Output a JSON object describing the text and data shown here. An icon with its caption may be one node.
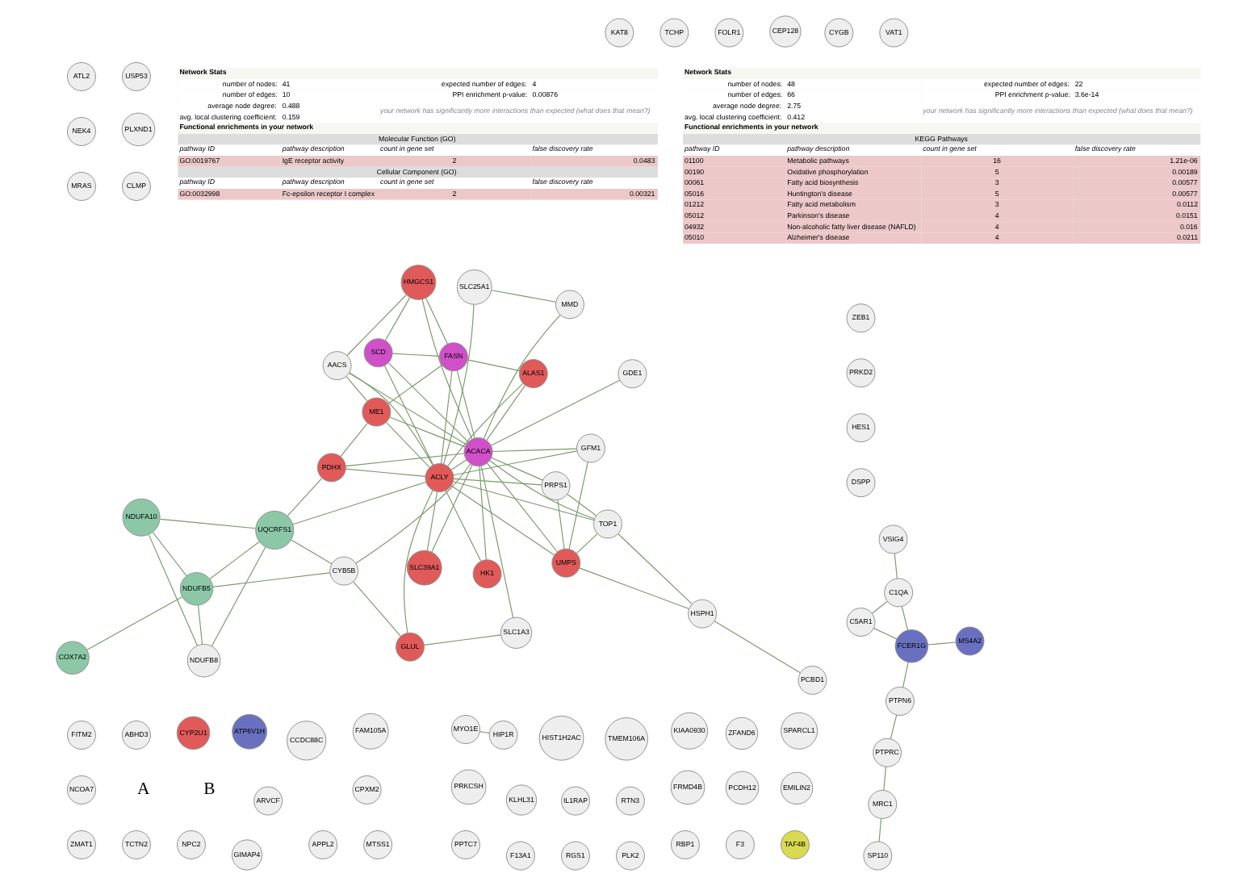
{
  "diagram": {
    "nodes": [
      {
        "text": [
          "COX7A2"
        ]
      },
      {
        "text": [
          "NDUFB5"
        ]
      },
      {
        "text": [
          "NDUFB8"
        ]
      },
      {
        "text": [
          "NDUFA10"
        ]
      },
      {
        "text": [
          "UQCRFS1"
        ]
      },
      {
        "text": [
          "CLMP"
        ]
      },
      {
        "text": [
          "ABHD3"
        ]
      },
      {
        "text": [
          "CPXM2"
        ]
      },
      {
        "text": [
          "CYB5B"
        ]
      },
      {
        "text": [
          "KLHL31"
        ]
      },
      {
        "text": [
          "SLC1A3"
        ]
      },
      {
        "text": [
          "GLUL"
        ]
      },
      {
        "text": [
          "IL1RAP"
        ]
      },
      {
        "text": [
          "KIAA0930"
        ]
      },
      {
        "text": [
          "SLC39A1"
        ]
      },
      {
        "text": [
          "RTN3"
        ]
      },
      {
        "text": [
          "ZFAND6"
        ]
      },
      {
        "text": [
          "ARVCF"
        ]
      },
      {
        "text": [
          "PPTC7"
        ]
      },
      {
        "text": [
          "PCBD1"
        ]
      },
      {
        "text": [
          "RBP1"
        ]
      },
      {
        "text": [
          "HSPH1"
        ]
      },
      {
        "text": [
          "UMPS"
        ]
      },
      {
        "text": [
          "CYP2U1"
        ]
      },
      {
        "text": [
          "TOP1"
        ]
      },
      {
        "text": [
          "F3"
        ]
      },
      {
        "text": [
          "TAF4B"
        ]
      },
      {
        "text": [
          "PRPS1"
        ]
      },
      {
        "text": [
          "GFM1"
        ]
      },
      {
        "text": [
          "USP53"
        ]
      },
      {
        "text": [
          "ATL2"
        ]
      },
      {
        "text": [
          "NEK4"
        ]
      },
      {
        "text": [
          "MRAS"
        ]
      },
      {
        "text": [
          "ATP6V1H"
        ]
      },
      {
        "text": [
          "GDE1"
        ]
      },
      {
        "text": [
          "PDHX"
        ]
      },
      {
        "text": [
          "ACLY"
        ]
      },
      {
        "text": [
          "ME1"
        ]
      },
      {
        "text": [
          "ACACA"
        ]
      },
      {
        "text": [
          "AACS"
        ]
      },
      {
        "text": [
          "HMGCS1"
        ]
      },
      {
        "text": [
          "FASN"
        ]
      },
      {
        "text": [
          "ALAS1"
        ]
      },
      {
        "text": [
          "SCD"
        ]
      },
      {
        "text": [
          "HK1"
        ]
      },
      {
        "text": [
          "FITM2"
        ]
      },
      {
        "text": [
          "MMD"
        ]
      },
      {
        "text": [
          "SLC25A1"
        ]
      },
      {
        "text": [
          "VSIG4"
        ]
      },
      {
        "text": [
          "C1QA"
        ]
      },
      {
        "text": [
          "NCOA7"
        ]
      },
      {
        "text": [
          "ZMAT1"
        ]
      },
      {
        "text": [
          "MS4A2"
        ]
      },
      {
        "text": [
          "C5AR1"
        ]
      },
      {
        "text": [
          "TCTN2"
        ]
      },
      {
        "text": [
          "FCER1G"
        ]
      },
      {
        "text": [
          "NPC2"
        ]
      },
      {
        "text": [
          "CCDC88C"
        ]
      },
      {
        "text": [
          "APPL2"
        ]
      },
      {
        "text": [
          "FAM105A"
        ]
      },
      {
        "text": [
          "MTSS1"
        ]
      },
      {
        "text": [
          "PRKCSH"
        ]
      },
      {
        "text": [
          "F13A1"
        ]
      },
      {
        "text": [
          "FRMD4B"
        ]
      },
      {
        "text": [
          "HIST1H2AC"
        ]
      },
      {
        "text": [
          "PTPN6"
        ]
      },
      {
        "text": [
          "PCDH12"
        ]
      },
      {
        "text": [
          "RGS1"
        ]
      },
      {
        "text": [
          "PLK2"
        ]
      },
      {
        "text": [
          "MYO1E"
        ]
      },
      {
        "text": [
          "HIP1R"
        ]
      },
      {
        "text": [
          "DSPP"
        ]
      },
      {
        "text": [
          "HES1"
        ]
      },
      {
        "text": [
          "PRKD2"
        ]
      },
      {
        "text": [
          "ZEB1"
        ]
      },
      {
        "text": [
          "PTPRC"
        ]
      },
      {
        "text": [
          "GIMAP4"
        ]
      },
      {
        "text": [
          "EMILIN2"
        ]
      },
      {
        "text": [
          "VAT1"
        ]
      },
      {
        "text": [
          "CYGB"
        ]
      },
      {
        "text": [
          "SPARCL1"
        ]
      },
      {
        "text": [
          "CEP128"
        ]
      },
      {
        "text": [
          "PLXND1"
        ]
      },
      {
        "text": [
          "FOLR1"
        ]
      },
      {
        "text": [
          "TMEM106A"
        ]
      },
      {
        "text": [
          "TCHP"
        ]
      },
      {
        "text": [
          "MRC1"
        ]
      },
      {
        "text": [
          "KAT8"
        ]
      },
      {
        "text": [
          "SP110"
        ]
      }
    ],
    "edges": [
      {
        "from": 0,
        "to": 1,
        "arrow": "none"
      },
      {
        "from": 1,
        "to": 2,
        "arrow": "none"
      },
      {
        "from": 1,
        "to": 3,
        "arrow": "none"
      },
      {
        "from": 2,
        "to": 3,
        "arrow": "none"
      },
      {
        "from": 1,
        "to": 4,
        "arrow": "none"
      },
      {
        "from": 3,
        "to": 4,
        "arrow": "none"
      },
      {
        "from": 2,
        "to": 4,
        "arrow": "none"
      },
      {
        "from": 4,
        "to": 8,
        "arrow": "none"
      },
      {
        "from": 4,
        "to": 35,
        "arrow": "none"
      },
      {
        "from": 4,
        "to": 36,
        "arrow": "none"
      },
      {
        "from": 1,
        "to": 8,
        "arrow": "none"
      },
      {
        "from": 8,
        "to": 11,
        "arrow": "none"
      },
      {
        "from": 8,
        "to": 38,
        "arrow": "none"
      },
      {
        "from": 11,
        "to": 36,
        "arrow": "none"
      },
      {
        "from": 10,
        "to": 11,
        "arrow": "none"
      },
      {
        "from": 10,
        "to": 38,
        "arrow": "none"
      },
      {
        "from": 35,
        "to": 37,
        "arrow": "none"
      },
      {
        "from": 35,
        "to": 36,
        "arrow": "none"
      },
      {
        "from": 35,
        "to": 38,
        "arrow": "none"
      },
      {
        "from": 37,
        "to": 36,
        "arrow": "none"
      },
      {
        "from": 37,
        "to": 38,
        "arrow": "none"
      },
      {
        "from": 37,
        "to": 39,
        "arrow": "none"
      },
      {
        "from": 37,
        "to": 41,
        "arrow": "none"
      },
      {
        "from": 39,
        "to": 36,
        "arrow": "none"
      },
      {
        "from": 39,
        "to": 38,
        "arrow": "none"
      },
      {
        "from": 39,
        "to": 40,
        "arrow": "none"
      },
      {
        "from": 40,
        "to": 41,
        "arrow": "none"
      },
      {
        "from": 40,
        "to": 43,
        "arrow": "none"
      },
      {
        "from": 40,
        "to": 38,
        "arrow": "none"
      },
      {
        "from": 41,
        "to": 38,
        "arrow": "none"
      },
      {
        "from": 41,
        "to": 36,
        "arrow": "none"
      },
      {
        "from": 41,
        "to": 43,
        "arrow": "none"
      },
      {
        "from": 41,
        "to": 42,
        "arrow": "none"
      },
      {
        "from": 43,
        "to": 38,
        "arrow": "none"
      },
      {
        "from": 43,
        "to": 36,
        "arrow": "none"
      },
      {
        "from": 36,
        "to": 38,
        "arrow": "none"
      },
      {
        "from": 36,
        "to": 22,
        "arrow": "none"
      },
      {
        "from": 38,
        "to": 22,
        "arrow": "none"
      },
      {
        "from": 36,
        "to": 14,
        "arrow": "none"
      },
      {
        "from": 38,
        "to": 14,
        "arrow": "none"
      },
      {
        "from": 36,
        "to": 42,
        "arrow": "none"
      },
      {
        "from": 38,
        "to": 42,
        "arrow": "none"
      },
      {
        "from": 38,
        "to": 44,
        "arrow": "none"
      },
      {
        "from": 36,
        "to": 44,
        "arrow": "none"
      },
      {
        "from": 38,
        "to": 46,
        "arrow": "none"
      },
      {
        "from": 36,
        "to": 47,
        "arrow": "none"
      },
      {
        "from": 38,
        "to": 34,
        "arrow": "none"
      },
      {
        "from": 36,
        "to": 24,
        "arrow": "none"
      },
      {
        "from": 38,
        "to": 24,
        "arrow": "none"
      },
      {
        "from": 38,
        "to": 27,
        "arrow": "none"
      },
      {
        "from": 36,
        "to": 27,
        "arrow": "none"
      },
      {
        "from": 38,
        "to": 28,
        "arrow": "none"
      },
      {
        "from": 22,
        "to": 21,
        "arrow": "none"
      },
      {
        "from": 22,
        "to": 24,
        "arrow": "none"
      },
      {
        "from": 22,
        "to": 27,
        "arrow": "none"
      },
      {
        "from": 22,
        "to": 28,
        "arrow": "none"
      },
      {
        "from": 21,
        "to": 24,
        "arrow": "none"
      },
      {
        "from": 24,
        "to": 27,
        "arrow": "none"
      },
      {
        "from": 21,
        "to": 19,
        "arrow": "none"
      },
      {
        "from": 36,
        "to": 28,
        "arrow": "none"
      },
      {
        "from": 46,
        "to": 47,
        "arrow": "none"
      },
      {
        "from": 48,
        "to": 49,
        "arrow": "none"
      },
      {
        "from": 49,
        "to": 55,
        "arrow": "none"
      },
      {
        "from": 49,
        "to": 53,
        "arrow": "none"
      },
      {
        "from": 55,
        "to": 53,
        "arrow": "none"
      },
      {
        "from": 52,
        "to": 55,
        "arrow": "none"
      },
      {
        "from": 55,
        "to": 65,
        "arrow": "none"
      },
      {
        "from": 65,
        "to": 75,
        "arrow": "none"
      },
      {
        "from": 69,
        "to": 70,
        "arrow": "none"
      },
      {
        "from": 75,
        "to": 86,
        "arrow": "none"
      },
      {
        "from": 86,
        "to": 88,
        "arrow": "none"
      }
    ],
    "labels": [
      "A",
      "Network Stats",
      "number of nodes:",
      "48",
      "number of edges:",
      "66",
      "average node degree:",
      "2.75",
      "avg. local clustering coefficient:",
      "0.412",
      "expected number of edges:",
      "22",
      "PPI enrichment p-value:",
      "3.6e-14",
      "your network has significantly more interactions than expected (what does that mean?)",
      "Functional enrichments in your network",
      "KEGG Pathways",
      "pathway ID",
      "pathway description",
      "count in gene set",
      "false discovery rate",
      "01100",
      "Metabolic pathways",
      "16",
      "1.21e-06",
      "00190",
      "Oxidative phosphorylation",
      "5",
      "0.00189",
      "00061",
      "Fatty acid biosynthesis",
      "3",
      "0.00577",
      "05016",
      "Huntington's disease",
      "5",
      "0.00577",
      "01212",
      "Fatty acid metabolism",
      "3",
      "0.0112",
      "05012",
      "Parkinson's disease",
      "4",
      "0.0151",
      "04932",
      "Non-alcoholic fatty liver disease (NAFLD)",
      "4",
      "0.016",
      "05010",
      "Alzheimer's disease",
      "4",
      "0.0211",
      "B",
      "Network Stats",
      "number of nodes:",
      "41",
      "number of edges:",
      "10",
      "average node degree:",
      "0.488",
      "avg. local clustering coefficient:",
      "0.159",
      "expected number of edges:",
      "4",
      "PPI enrichment p-value:",
      "0.00876",
      "your network has significantly more interactions than expected (what does that mean?)",
      "Functional enrichments in your network",
      "Molecular Function (GO)",
      "pathway ID",
      "pathway description",
      "count in gene set",
      "false discovery rate",
      "GO:0019767",
      "IgE receptor activity",
      "2",
      "0.0483",
      "Cellular Component (GO)",
      "pathway ID",
      "pathway description",
      "count in gene set",
      "false discovery rate",
      "GO:0032998",
      "Fc-epsilon receptor I complex",
      "2",
      "0.00321"
    ]
  }
}
